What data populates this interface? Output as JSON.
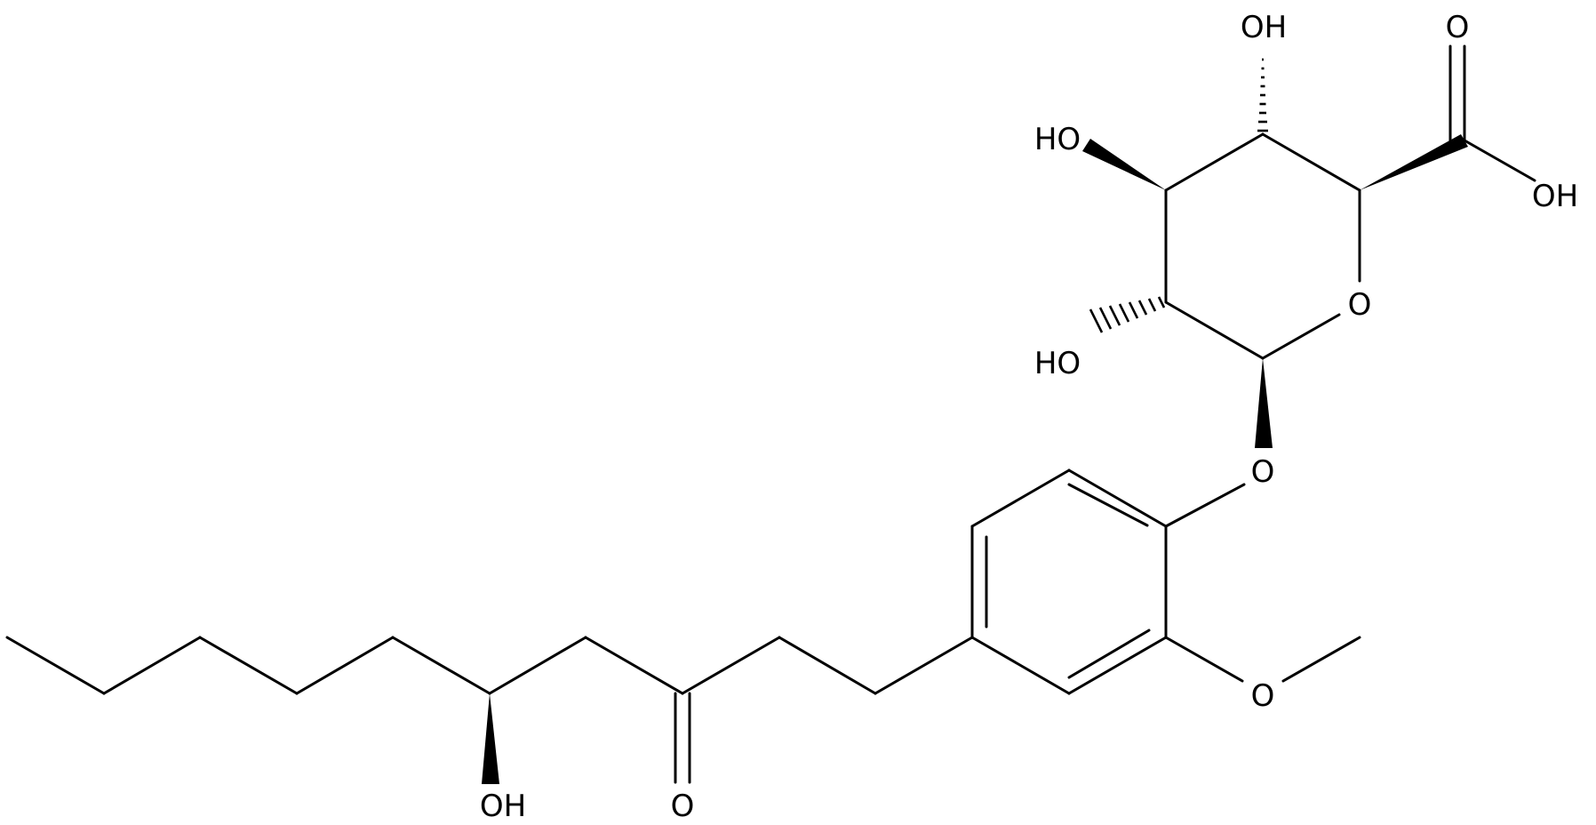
{
  "structure": {
    "atom_labels": {
      "oh_c2": "OH",
      "oh_c3": "HO",
      "oh_c4": "HO",
      "ring_o": "O",
      "acid_carbonyl_o": "O",
      "acid_oh": "OH",
      "glycoside_o": "O",
      "methoxy_o": "O",
      "chain_oh": "OH",
      "ketone_o": "O"
    },
    "colors": {
      "bond": "#000000",
      "background": "#ffffff"
    }
  }
}
